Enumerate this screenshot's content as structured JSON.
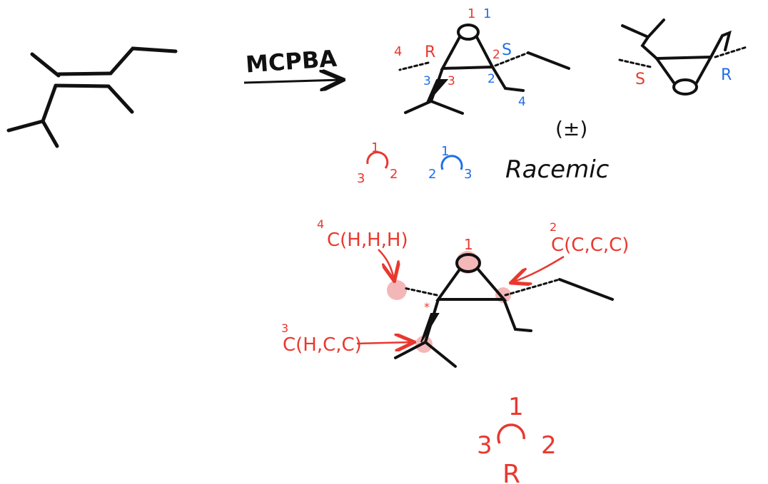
{
  "colors": {
    "black": "#111111",
    "red": "#e8382f",
    "blue": "#1e6fe8",
    "highlight": "#f0a0a0"
  },
  "top": {
    "reagent": "MCPBA",
    "racemic_symbol": "(±)",
    "racemic_word": "Racemic",
    "epoxide_a": {
      "oxygen_priority": [
        "1",
        "1"
      ],
      "left_carbon": {
        "config": "R",
        "substituent_priority": "4",
        "ring_labels_blue": "3",
        "ring_labels_red": "3"
      },
      "right_carbon": {
        "config": "S",
        "priority_red": "2",
        "ring_label_blue": "2",
        "methyl_priority": "4"
      }
    },
    "epoxide_b": {
      "left_config": "S",
      "right_config": "R"
    },
    "rotation_red": {
      "top": "1",
      "left": "3",
      "right": "2"
    },
    "rotation_blue": {
      "top": "1",
      "left": "2",
      "right": "3"
    }
  },
  "bottom": {
    "oxygen_priority": "1",
    "label_4": {
      "sup": "4",
      "text": "C(H,H,H)"
    },
    "label_2": {
      "sup": "2",
      "text": "C(C,C,C)"
    },
    "label_3": {
      "sup": "3",
      "text": "C(H,C,C)"
    },
    "rotation": {
      "top": "1",
      "left": "3",
      "right": "2"
    },
    "result": "R"
  }
}
